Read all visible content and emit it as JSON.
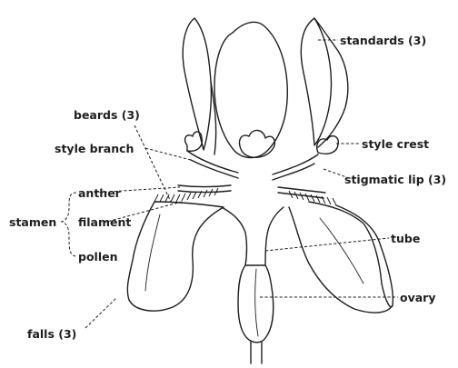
{
  "labels": {
    "standards": "standards (3)",
    "beards": "beards (3)",
    "style_branch": "style branch",
    "style_crest": "style crest",
    "stigmatic_lip": "stigmatic lip (3)",
    "anther": "anther",
    "stamen": "stamen",
    "filament": "filament",
    "pollen": "pollen",
    "tube": "tube",
    "ovary": "ovary",
    "falls": "falls (3)"
  },
  "colors": {
    "ink": "#1e1e1e",
    "paper": "#ffffff"
  }
}
